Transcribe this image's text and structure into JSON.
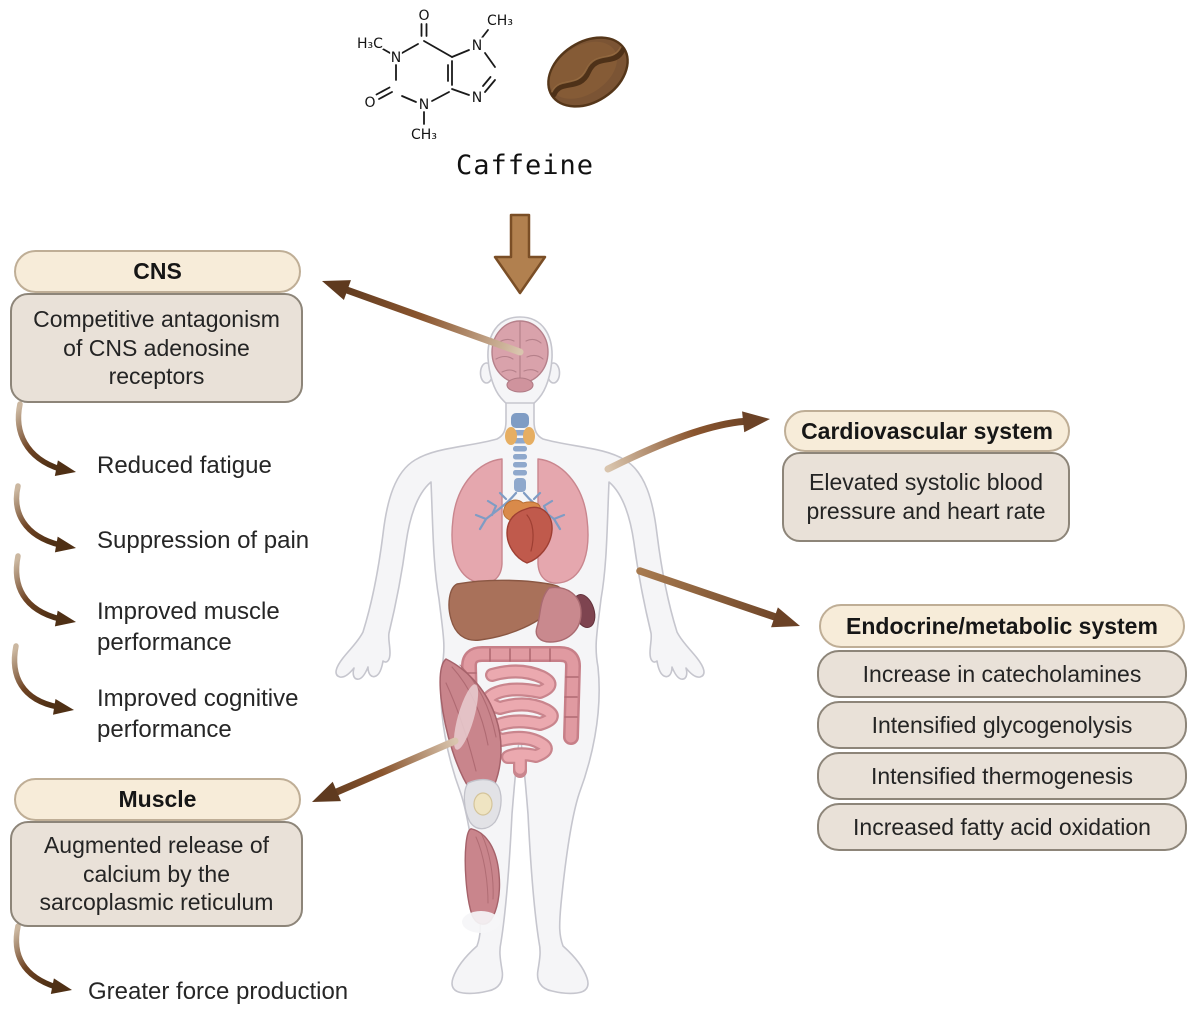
{
  "title": {
    "label": "Caffeine"
  },
  "molecule": {
    "labels": [
      "O",
      "H₃C",
      "N",
      "O",
      "N",
      "CH₃",
      "N",
      "CH₃",
      "N"
    ]
  },
  "cns": {
    "header": "CNS",
    "body": "Competitive antagonism of CNS adenosine receptors",
    "effects": [
      "Reduced fatigue",
      "Suppression of pain",
      "Improved muscle performance",
      "Improved cognitive performance"
    ]
  },
  "muscle": {
    "header": "Muscle",
    "body": "Augmented release of calcium by the sarcoplasmic reticulum",
    "effects": [
      "Greater force production"
    ]
  },
  "cardiovascular": {
    "header": "Cardiovascular system",
    "body": "Elevated systolic blood pressure and heart rate"
  },
  "endocrine": {
    "header": "Endocrine/metabolic system",
    "items": [
      "Increase in catecholamines",
      "Intensified glycogenolysis",
      "Intensified thermogenesis",
      "Increased fatty acid oxidation"
    ]
  },
  "colors": {
    "header-fill": "#f7ecd9",
    "header-border": "#bfae96",
    "box-fill": "#e9e1d8",
    "box-border": "#8d8579",
    "text": "#1f1f1f",
    "arrow-dark": "#5f3a1f",
    "arrow-mid": "#7a4a28",
    "arrow-light": "#d9c5ae",
    "block-arrow-fill": "#b1804f",
    "block-arrow-stroke": "#7a4e26",
    "bean-brown": "#7b5434"
  }
}
